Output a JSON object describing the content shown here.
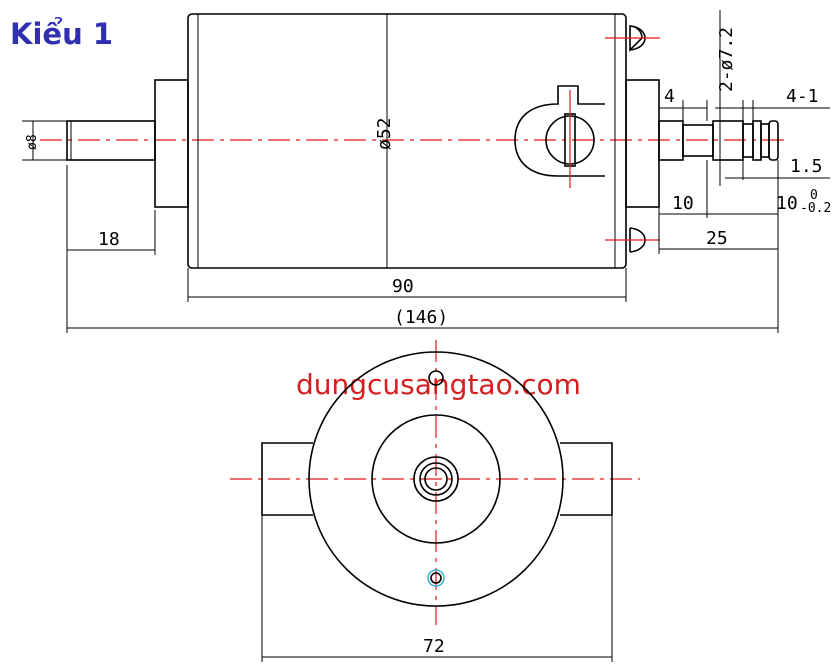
{
  "title": "Kiểu 1",
  "watermark": "dungcusangtao.com",
  "dimensions": {
    "shaft_dia": "ø8",
    "body_dia": "ø52",
    "holes": "2-ø7.2",
    "grooves": "4-1",
    "d4": "4",
    "d1_5": "1.5",
    "d10a": "10",
    "d10b": "10",
    "tol_upper": "0",
    "tol_lower": "-0.2",
    "d25": "25",
    "d18": "18",
    "d90": "90",
    "d146": "(146)",
    "d72": "72"
  }
}
